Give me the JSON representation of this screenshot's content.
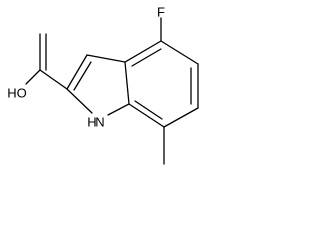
{
  "molecule": {
    "labels": {
      "fluorine": "F",
      "hydroxyl": "HO",
      "amine": "H",
      "nitrogen": "N"
    }
  }
}
